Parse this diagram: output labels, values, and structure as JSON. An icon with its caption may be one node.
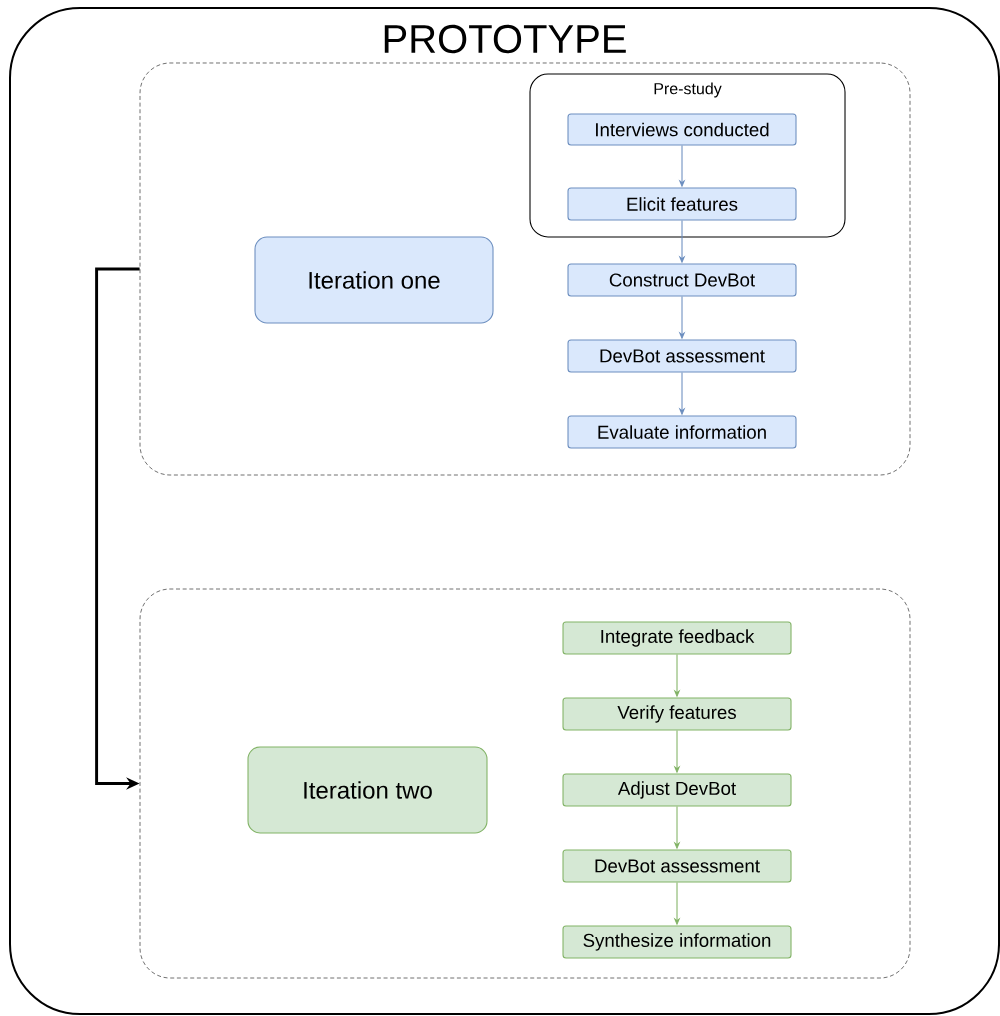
{
  "diagram": {
    "nodes": [
      {
        "text": [
          "PROTOTYPE"
        ]
      },
      {
        "text": [],
        "shape": "box",
        "in": 0
      },
      {
        "text": [
          "Iteration one"
        ],
        "in": 1
      },
      {
        "text": [
          "Pre-study"
        ],
        "in": 1
      },
      {
        "text": [
          "Interviews conducted"
        ],
        "in": 3
      },
      {
        "text": [
          "Elicit features"
        ],
        "in": 3
      },
      {
        "text": [
          "Construct DevBot"
        ],
        "in": 1
      },
      {
        "text": [
          "DevBot assessment"
        ],
        "in": 1
      },
      {
        "text": [
          "Evaluate information"
        ],
        "in": 1
      },
      {
        "text": [],
        "shape": "box",
        "in": 0
      },
      {
        "text": [
          "Iteration two"
        ],
        "in": 9
      },
      {
        "text": [
          "Integrate feedback"
        ],
        "in": 9
      },
      {
        "text": [
          "Verify features"
        ],
        "in": 9
      },
      {
        "text": [
          "Adjust DevBot"
        ],
        "in": 9
      },
      {
        "text": [
          "DevBot assessment"
        ],
        "in": 9
      },
      {
        "text": [
          "Synthesize information"
        ],
        "in": 9
      }
    ],
    "edges": [
      {
        "from": 4,
        "to": 5,
        "arrow": "to",
        "color": "#6c8ebf"
      },
      {
        "from": 5,
        "to": 6,
        "arrow": "to",
        "color": "#6c8ebf"
      },
      {
        "from": 6,
        "to": 7,
        "arrow": "to",
        "color": "#6c8ebf"
      },
      {
        "from": 7,
        "to": 8,
        "arrow": "to",
        "color": "#6c8ebf"
      },
      {
        "from": 1,
        "to": 9,
        "arrow": "to",
        "style": "thick",
        "color": "#000000"
      },
      {
        "from": 11,
        "to": 12,
        "arrow": "to",
        "color": "#82b366"
      },
      {
        "from": 12,
        "to": 13,
        "arrow": "to",
        "color": "#82b366"
      },
      {
        "from": 13,
        "to": 14,
        "arrow": "to",
        "color": "#82b366"
      },
      {
        "from": 14,
        "to": 15,
        "arrow": "to",
        "color": "#82b366"
      }
    ]
  }
}
